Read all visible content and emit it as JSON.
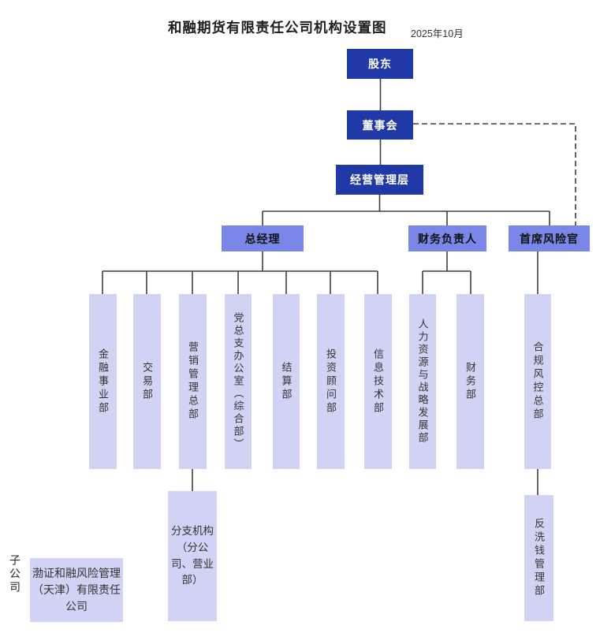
{
  "title": "和融期货有限责任公司机构设置图",
  "date": "2025年10月",
  "colors": {
    "level1_fill": "#2139A6",
    "level1_text": "#FFFFFF",
    "level2_fill": "#7A87E8",
    "level3_fill": "#D1D3F5",
    "connector_line": "#3D3D3D"
  },
  "nodes": {
    "shareholders": "股东",
    "board": "董事会",
    "management": "经营管理层",
    "general_manager": "总经理",
    "finance_head": "财务负责人",
    "chief_risk_officer": "首席风险官",
    "gm_departments": [
      "金融事业部",
      "交易部",
      "营销管理总部",
      "党总支办公室（综合部）",
      "结算部",
      "投资顾问部",
      "信息技术部"
    ],
    "finance_departments": [
      "人力资源与战略发展部",
      "财务部"
    ],
    "cro_departments": [
      "合规风控总部"
    ],
    "branch": "分支机构（分公司、营业部）",
    "aml": "反洗钱管理部",
    "subsidiary_label": "子公司",
    "subsidiary": "渤证和融风险管理（天津）有限责任公司"
  }
}
